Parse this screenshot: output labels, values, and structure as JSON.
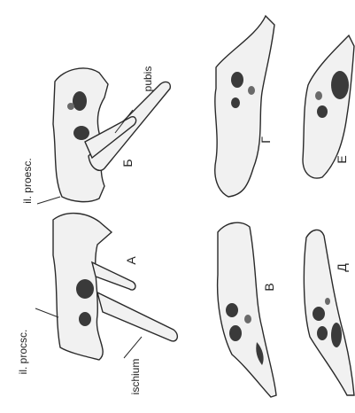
{
  "labels": {
    "il_process_upper": "il. proesc.",
    "pubis": "pubis",
    "il_process_lower": "il. procsc.",
    "ischium": "ischium"
  },
  "panel_letters": {
    "A": "A",
    "B": "Б",
    "V": "В",
    "G": "Г",
    "D": "Д",
    "E": "Е"
  }
}
